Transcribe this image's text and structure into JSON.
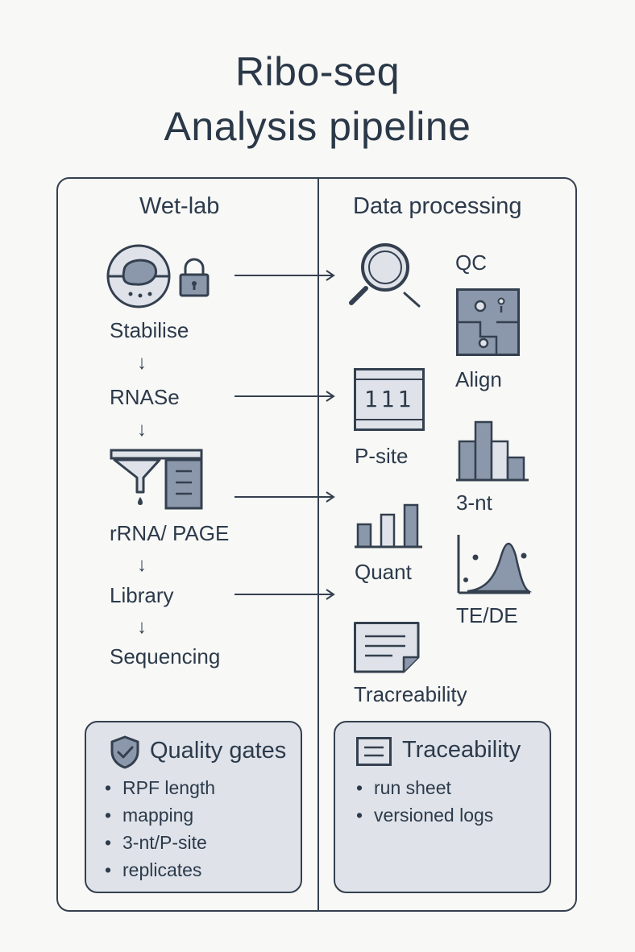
{
  "title": {
    "line1": "Ribo-seq",
    "line2": "Analysis pipeline"
  },
  "columns": {
    "left_header": "Wet-lab",
    "right_header": "Data processing"
  },
  "wetlab_steps": [
    "Stabilise",
    "RNASe",
    "rRNA/ PAGE",
    "Library",
    "Sequencing"
  ],
  "processing_steps": [
    "QC",
    "Align",
    "P-site",
    "3-nt",
    "Quant",
    "TE/DE",
    "Tracreability"
  ],
  "flow_arrow": "↓",
  "quality_gates": {
    "title": "Quality gates",
    "items": [
      "RPF length",
      "mapping",
      "3-nt/P-site",
      "replicates"
    ]
  },
  "traceability": {
    "title": "Traceability",
    "items": [
      "run sheet",
      "versioned logs"
    ]
  },
  "icon_values": {
    "psite_counter": "111"
  },
  "colors": {
    "line": "#34404f",
    "fill": "#8b98ab",
    "light": "#dfe3e9",
    "panel": "#f8f8f6"
  }
}
